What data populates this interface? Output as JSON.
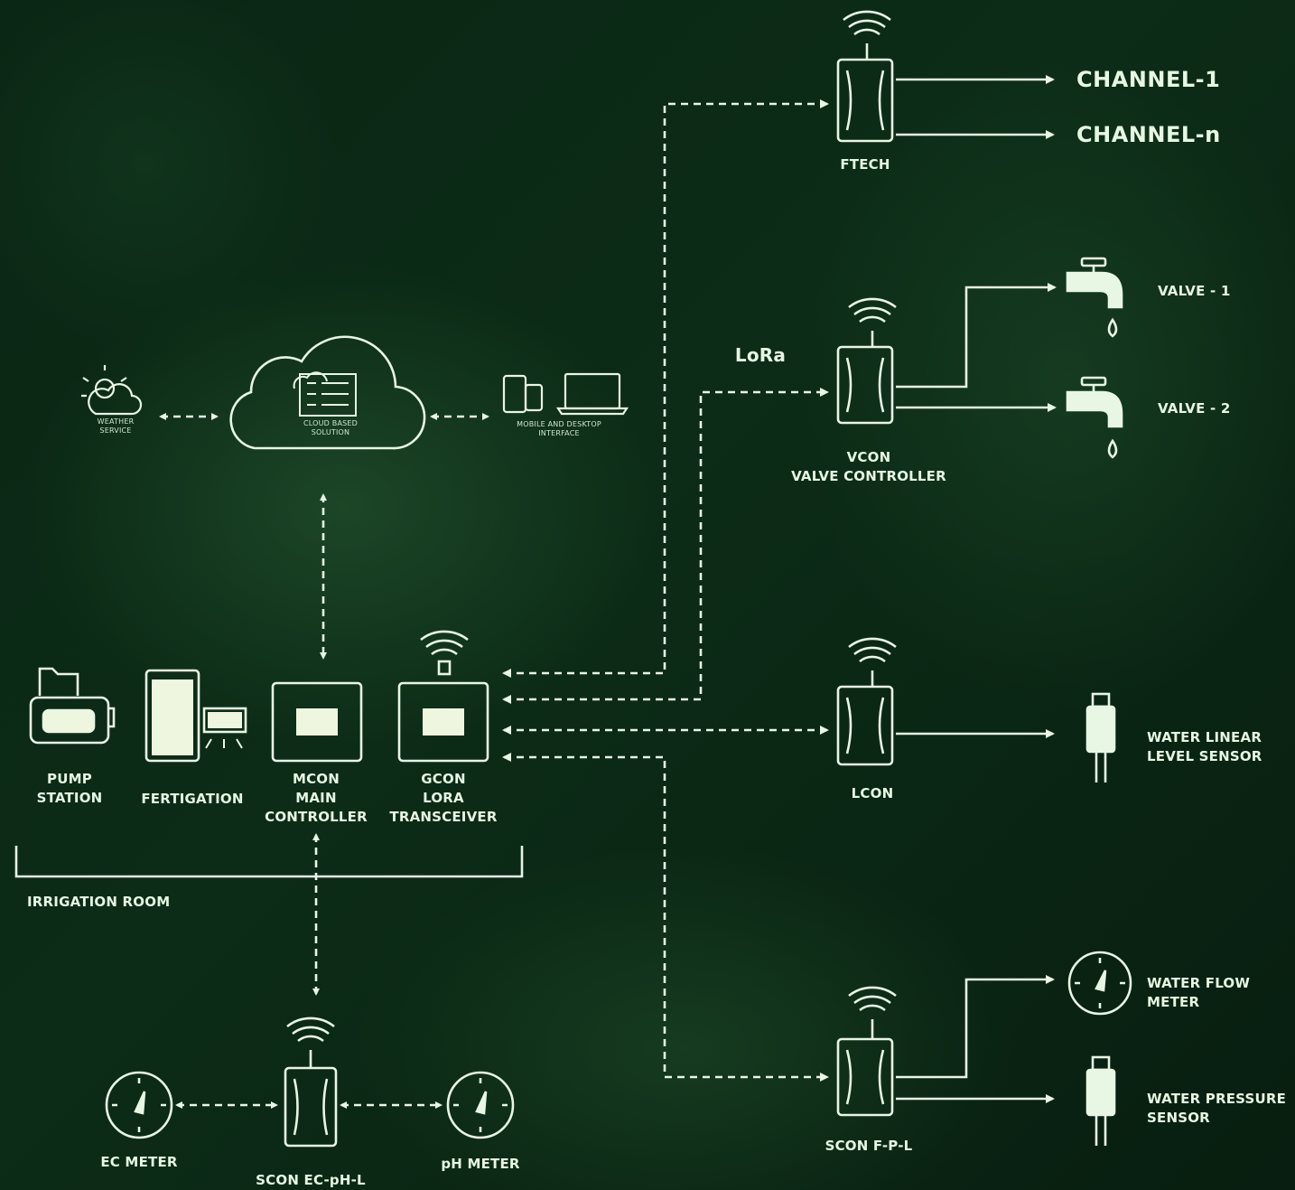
{
  "colors": {
    "line": "#e8f6e4",
    "background": "#0a2614",
    "screen": "#eef6e0"
  },
  "nodes": {
    "ftech": {
      "label": "FTECH",
      "outputs": [
        "CHANNEL-1",
        "CHANNEL-n"
      ]
    },
    "vcon": {
      "label": "VCON\nVALVE CONTROLLER",
      "outputs": [
        "VALVE - 1",
        "VALVE - 2"
      ],
      "radio": "LoRa"
    },
    "lcon": {
      "label": "LCON",
      "outputs": [
        "WATER LINEAR\nLEVEL SENSOR"
      ]
    },
    "scon_fpl": {
      "label": "SCON F-P-L",
      "outputs": [
        "WATER FLOW\nMETER",
        "WATER PRESSURE\nSENSOR"
      ]
    },
    "weather": {
      "label": "WEATHER\nSERVICE",
      "icon": "weather-icon"
    },
    "cloud": {
      "label": "CLOUD BASED\nSOLUTION",
      "icon": "cloud-icon"
    },
    "devices": {
      "label": "MOBILE AND DESKTOP\nINTERFACE",
      "icon": "devices-icon"
    },
    "pump": {
      "label": "PUMP\nSTATION",
      "icon": "pump-icon"
    },
    "fertigation": {
      "label": "FERTIGATION",
      "icon": "fertigation-icon"
    },
    "mcon": {
      "label": "MCON\nMAIN\nCONTROLLER",
      "icon": "controller-icon"
    },
    "gcon": {
      "label": "GCON\nLORA\nTRANSCEIVER",
      "icon": "transceiver-icon"
    },
    "irrigation_room": {
      "label": "IRRIGATION ROOM"
    },
    "scon_ec": {
      "label": "SCON EC-pH-L"
    },
    "ec_meter": {
      "label": "EC METER",
      "icon": "gauge-icon"
    },
    "ph_meter": {
      "label": "pH METER",
      "icon": "gauge-icon"
    }
  }
}
